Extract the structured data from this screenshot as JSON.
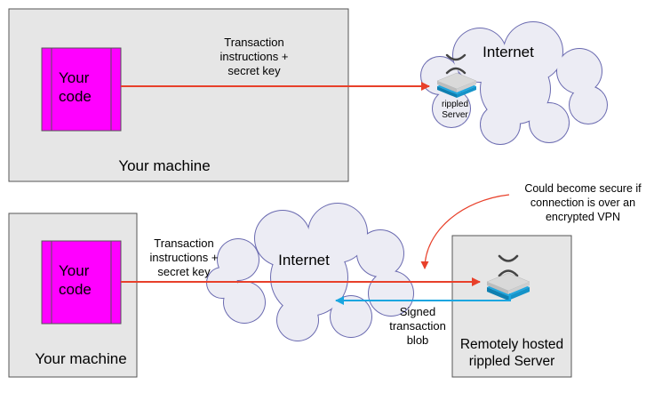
{
  "top": {
    "code_label_line1": "Your",
    "code_label_line2": "code",
    "machine_label": "Your machine",
    "arrow_label_line1": "Transaction",
    "arrow_label_line2": "instructions +",
    "arrow_label_line3": "secret key",
    "cloud_label": "Internet",
    "server_label_line1": "rippled",
    "server_label_line2": "Server"
  },
  "bottom": {
    "code_label_line1": "Your",
    "code_label_line2": "code",
    "machine_label": "Your machine",
    "arrow_label_line1": "Transaction",
    "arrow_label_line2": "instructions +",
    "arrow_label_line3": "secret key",
    "cloud_label": "Internet",
    "return_label_line1": "Signed",
    "return_label_line2": "transaction",
    "return_label_line3": "blob",
    "server_label_line1": "Remotely hosted",
    "server_label_line2": "rippled Server",
    "note_line1": "Could become secure if",
    "note_line2": "connection is over an",
    "note_line3": "encrypted VPN"
  },
  "colors": {
    "box_fill": "#e6e6e6",
    "box_stroke": "#555555",
    "code_fill": "#ff00ff",
    "cloud_fill": "#ececf4",
    "cloud_stroke": "#6a6ab0",
    "arrow_red": "#e8402a",
    "arrow_blue": "#1aa6e0"
  },
  "icons": [
    "ripple-x-icon",
    "server-stack-icon"
  ]
}
